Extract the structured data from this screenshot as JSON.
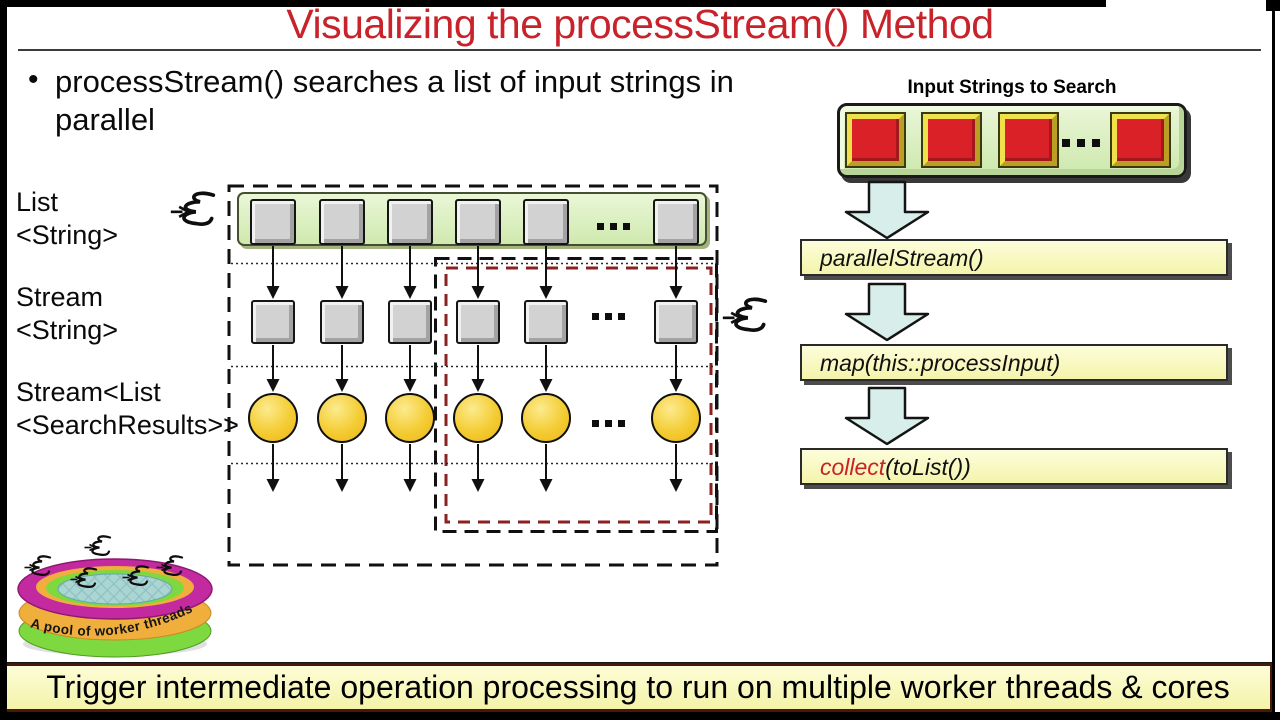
{
  "title": "Visualizing the processStream() Method",
  "bullet": {
    "marker": "•",
    "text": "processStream() searches a list of input strings in parallel"
  },
  "row_labels": [
    {
      "line1": "List",
      "line2": "<String>"
    },
    {
      "line1": "Stream",
      "line2": "<String>"
    },
    {
      "line1": "Stream<List",
      "line2": "<SearchResults>>"
    }
  ],
  "diagram": {
    "columns": 6,
    "ellipsis": "...",
    "rows": [
      "list-elements",
      "stream-elements",
      "search-result-futures"
    ]
  },
  "pipeline": {
    "header": "Input Strings to Search",
    "steps": [
      {
        "label": "parallelStream()"
      },
      {
        "label": "map(this::processInput)"
      },
      {
        "red": "collect",
        "label": "(toList())"
      }
    ]
  },
  "pool": {
    "caption": "A pool of worker threads"
  },
  "banner": {
    "text": "Trigger intermediate operation processing to run on multiple worker threads & cores"
  },
  "colors": {
    "title_red": "#c8222a",
    "step_red": "#c8222a",
    "maroon_dashed": "#8b2121",
    "pale_yellow": "#f8f8c3",
    "light_green": "#d9eebb",
    "red_square": "#da2127",
    "circle_yellow": "#f2c933",
    "arrow_cyan": "#d8eeea"
  }
}
